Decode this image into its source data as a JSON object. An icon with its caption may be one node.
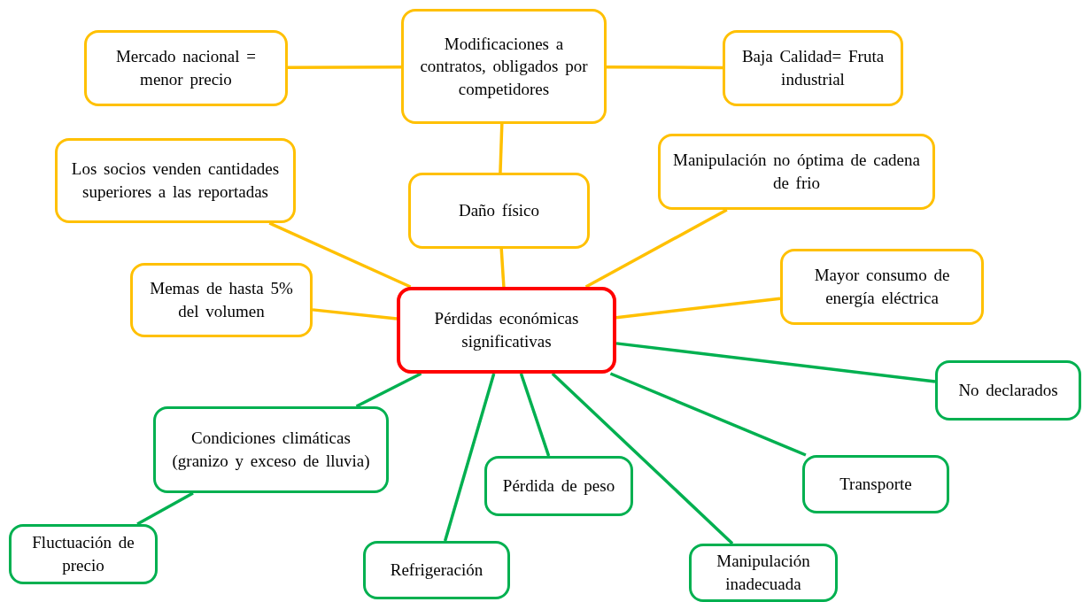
{
  "diagram": {
    "nodes": [
      {
        "text": [
          "Mercado nacional = menor precio"
        ]
      },
      {
        "text": [
          "Modificaciones a contratos, obligados por competidores"
        ]
      },
      {
        "text": [
          "Baja Calidad= Fruta industrial"
        ]
      },
      {
        "text": [
          "Los socios venden cantidades superiores a las reportadas"
        ]
      },
      {
        "text": [
          "Daño físico"
        ]
      },
      {
        "text": [
          "Manipulación  no óptima de cadena de frio"
        ]
      },
      {
        "text": [
          "Memas  de hasta 5% del volumen"
        ]
      },
      {
        "text": [
          "Mayor consumo de energía eléctrica"
        ]
      },
      {
        "text": [
          "Pérdidas económicas significativas"
        ]
      },
      {
        "text": [
          "No declarados"
        ]
      },
      {
        "text": [
          "Condiciones climáticas (granizo y exceso de lluvia)"
        ]
      },
      {
        "text": [
          "Pérdida de peso"
        ]
      },
      {
        "text": [
          "Transporte"
        ]
      },
      {
        "text": [
          "Fluctuación de precio"
        ]
      },
      {
        "text": [
          "Refrigeración"
        ]
      },
      {
        "text": [
          "Manipulación inadecuada"
        ]
      }
    ],
    "edges": [
      {
        "from": 1,
        "to": 0,
        "arrow": "none"
      },
      {
        "from": 1,
        "to": 2,
        "arrow": "none"
      },
      {
        "from": 1,
        "to": 4,
        "arrow": "none"
      },
      {
        "from": 4,
        "to": 8,
        "arrow": "none"
      },
      {
        "from": 3,
        "to": 8,
        "arrow": "none"
      },
      {
        "from": 6,
        "to": 8,
        "arrow": "none"
      },
      {
        "from": 5,
        "to": 8,
        "arrow": "none"
      },
      {
        "from": 7,
        "to": 8,
        "arrow": "none"
      },
      {
        "from": 8,
        "to": 9,
        "arrow": "none",
        "color": "#00b050"
      },
      {
        "from": 8,
        "to": 10,
        "arrow": "none",
        "color": "#00b050"
      },
      {
        "from": 10,
        "to": 13,
        "arrow": "none",
        "color": "#00b050"
      },
      {
        "from": 8,
        "to": 14,
        "arrow": "none",
        "color": "#00b050"
      },
      {
        "from": 8,
        "to": 11,
        "arrow": "none",
        "color": "#00b050"
      },
      {
        "from": 8,
        "to": 15,
        "arrow": "none",
        "color": "#00b050"
      },
      {
        "from": 8,
        "to": 12,
        "arrow": "none",
        "color": "#00b050"
      }
    ]
  }
}
